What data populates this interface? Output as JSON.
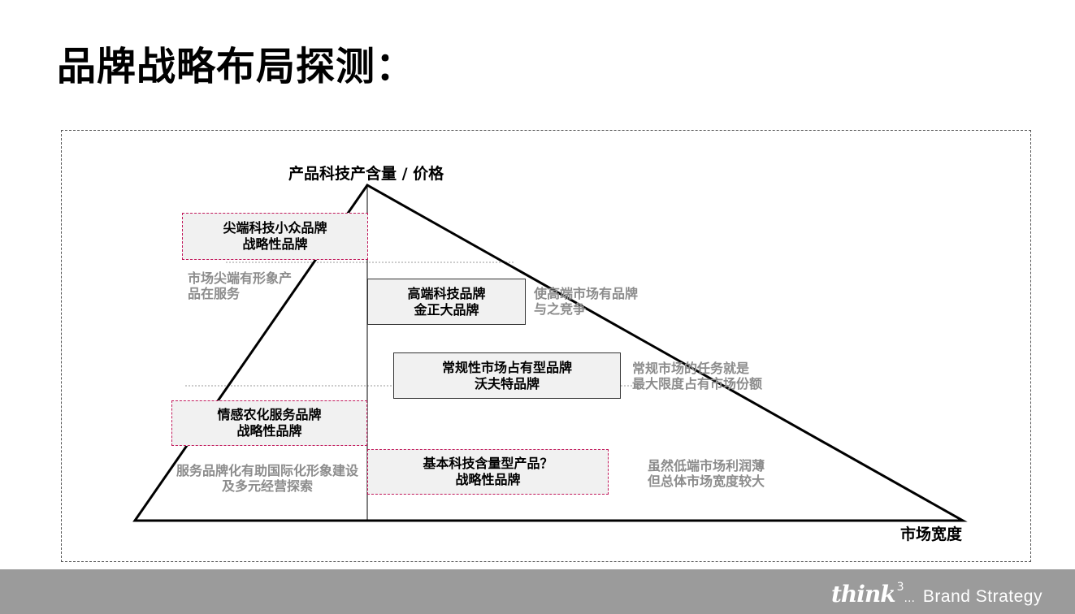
{
  "title": "品牌战略布局探测：",
  "axes": {
    "y_label": "产品科技产含量 / 价格",
    "x_label": "市场宽度"
  },
  "boxes": [
    {
      "line1": "尖端科技小众品牌",
      "line2": "战略性品牌"
    },
    {
      "line1": "高端科技品牌",
      "line2": "金正大品牌"
    },
    {
      "line1": "常规性市场占有型品牌",
      "line2": "沃夫特品牌"
    },
    {
      "line1": "情感农化服务品牌",
      "line2": "战略性品牌"
    },
    {
      "line1": "基本科技含量型产品？",
      "line2": "战略性品牌"
    }
  ],
  "notes": [
    {
      "line1": "市场尖端有形象产",
      "line2": "品在服务"
    },
    {
      "line1": "使高端市场有品牌",
      "line2": "与之竞争"
    },
    {
      "line1": "常规市场的任务就是",
      "line2": "最大限度占有市场份额"
    },
    {
      "line1": "服务品牌化有助国际化形象建设",
      "line2": "及多元经营探索"
    },
    {
      "line1": "虽然低端市场利润薄",
      "line2": "但总体市场宽度较大"
    }
  ],
  "footer": {
    "logo": "think",
    "logo_sup": "3",
    "logo_dots": "...",
    "tagline": "Brand Strategy"
  },
  "colors": {
    "box_fill": "#f1f1f1",
    "pink_dashed_border": "#c2185b",
    "note_gray": "#8c8c8c",
    "footer_bar": "#9b9b9b"
  }
}
